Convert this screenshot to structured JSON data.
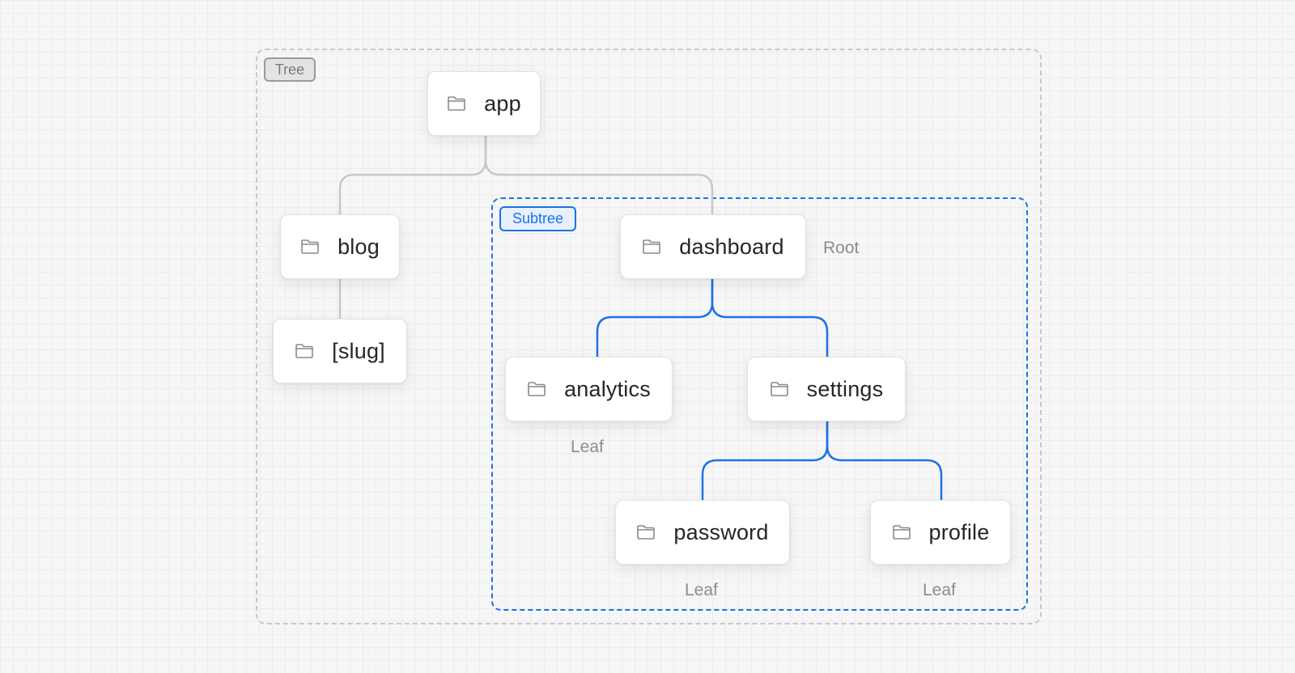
{
  "regions": {
    "tree_label": "Tree",
    "subtree_label": "Subtree"
  },
  "nodes": {
    "app": "app",
    "blog": "blog",
    "slug": "[slug]",
    "dashboard": "dashboard",
    "analytics": "analytics",
    "settings": "settings",
    "password": "password",
    "profile": "profile"
  },
  "annotations": {
    "root": "Root",
    "analytics_leaf": "Leaf",
    "password_leaf": "Leaf",
    "profile_leaf": "Leaf"
  },
  "colors": {
    "tree_line": "#c8c8c8",
    "subtree_accent": "#1a73e8",
    "annotation_text": "#8c8c8c"
  },
  "icons": {
    "node_icon": "folder-icon"
  }
}
